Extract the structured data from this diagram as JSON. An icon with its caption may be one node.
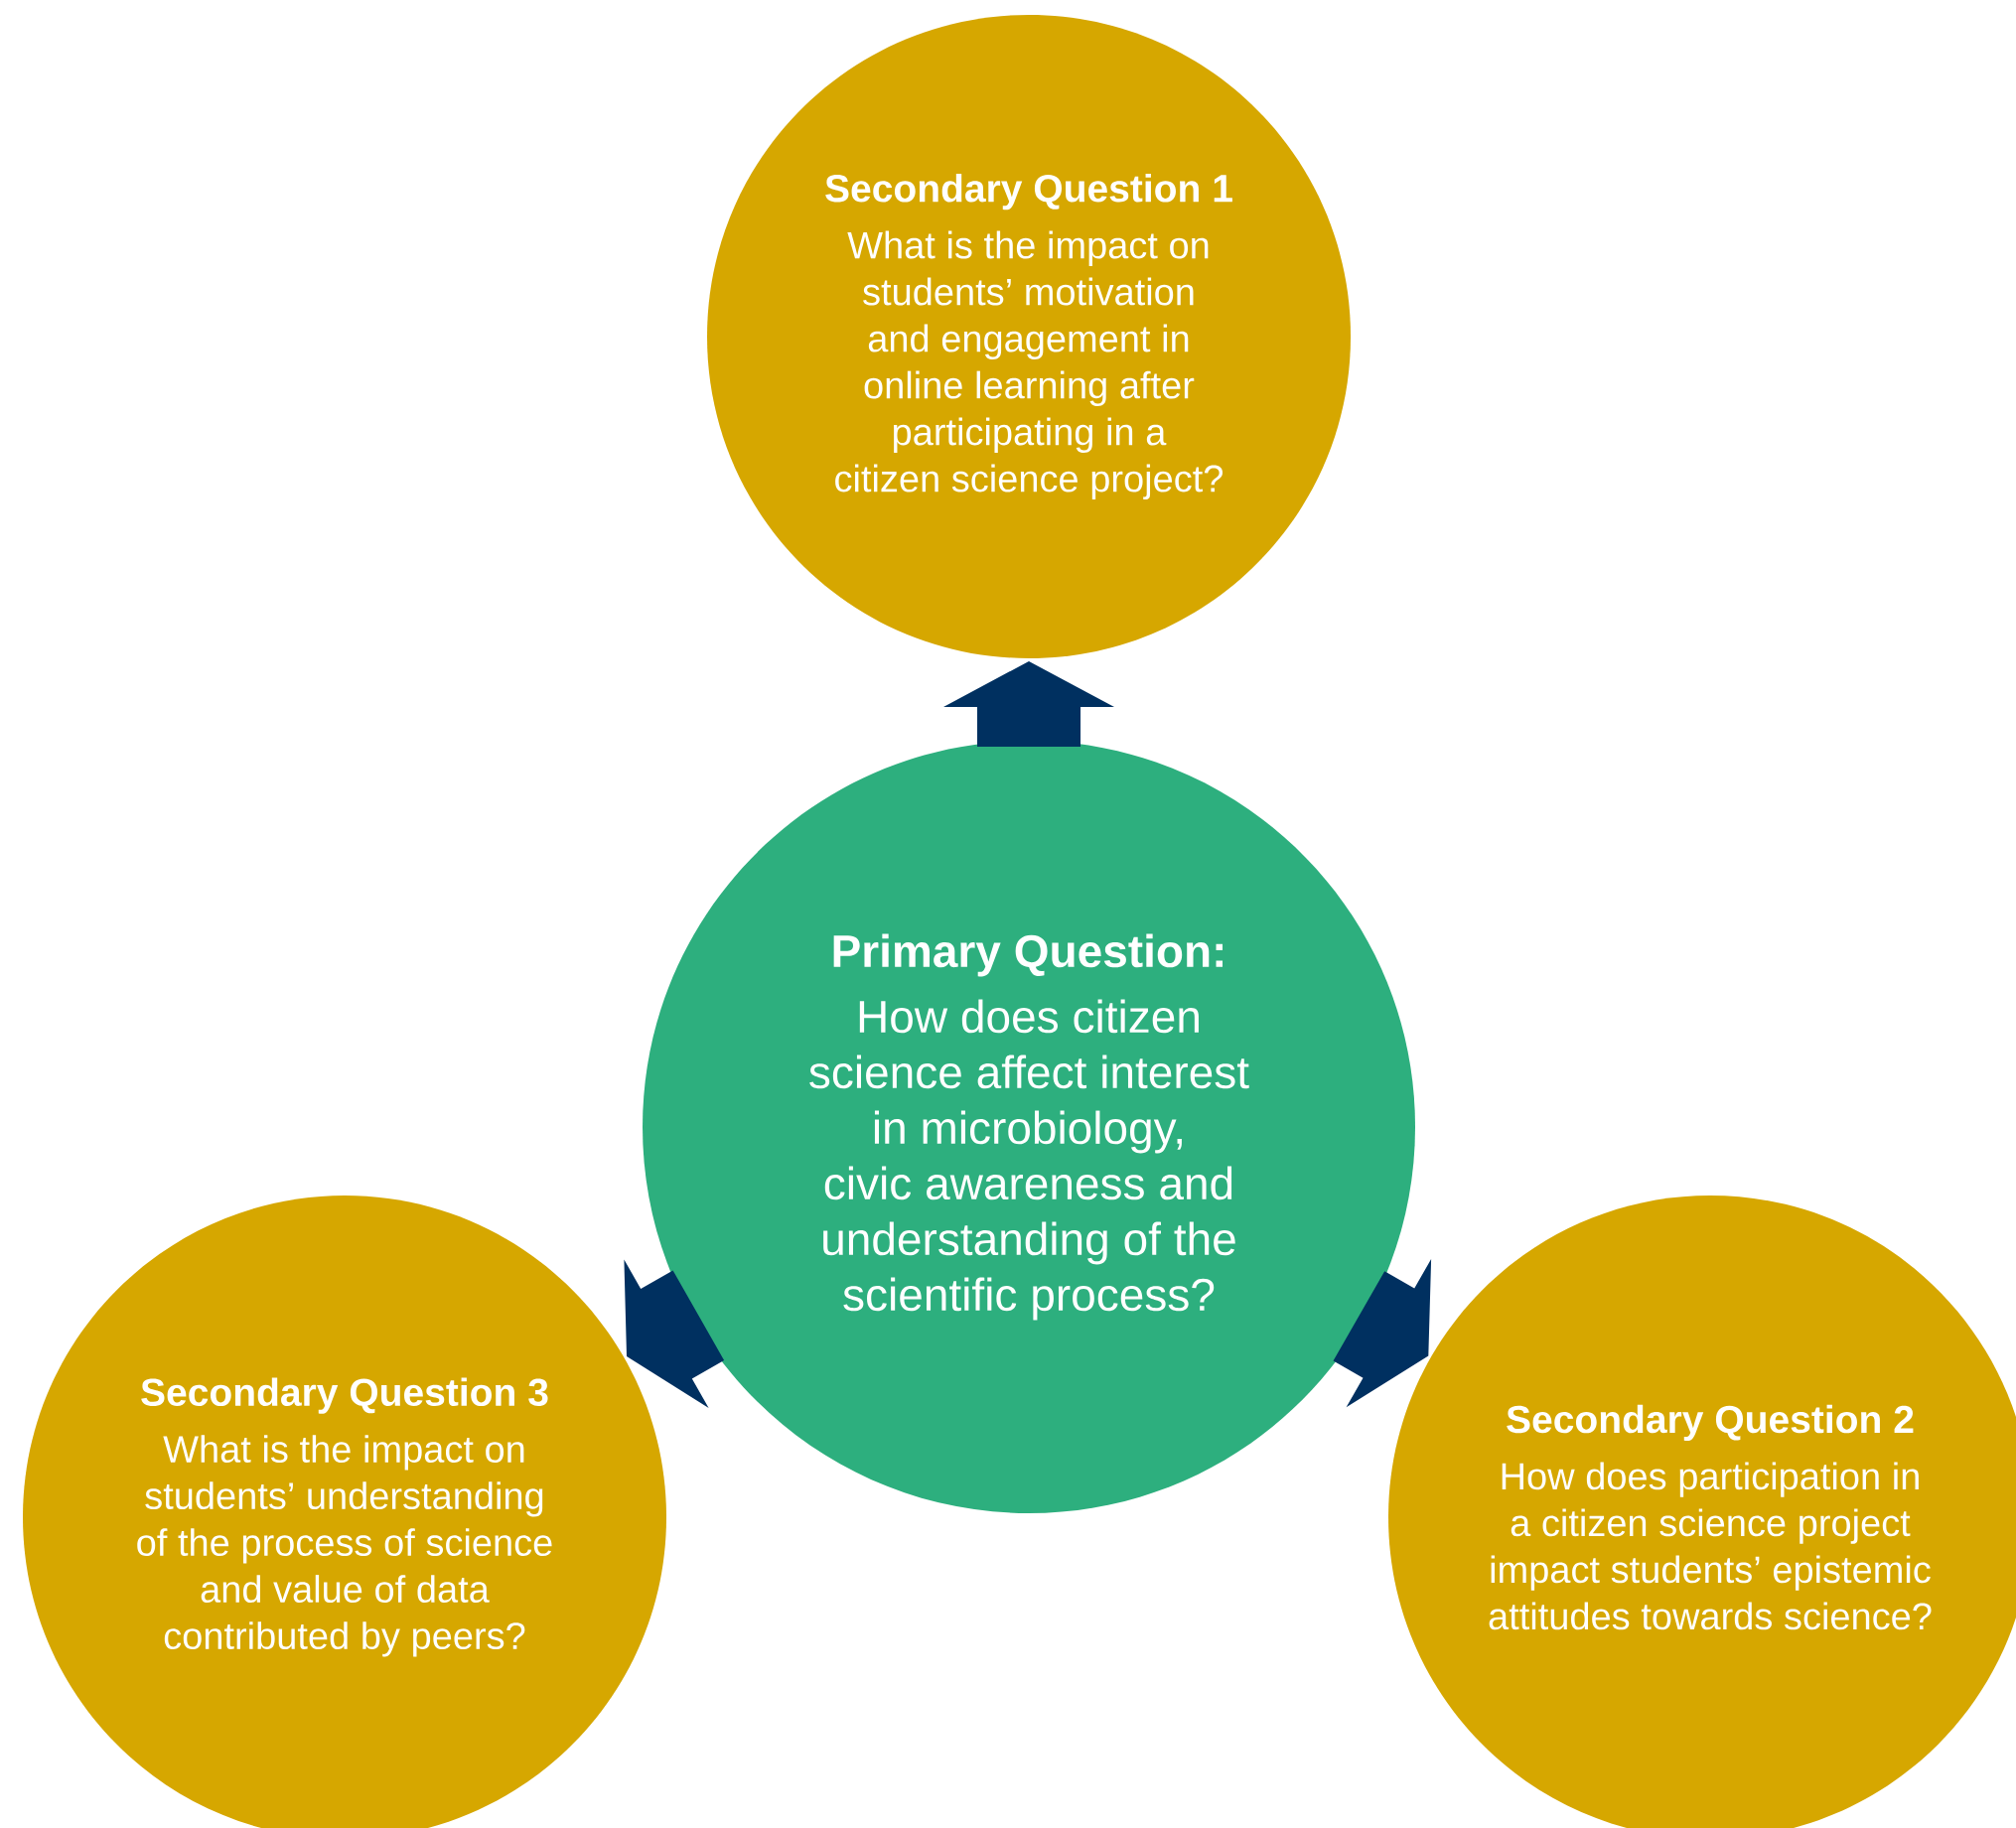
{
  "diagram": {
    "nodes": [
      {
        "text": [
          "Secondary Question 1",
          "What is the impact on students’ motivation and engagement in online learning after participating in a citizen science project?"
        ]
      },
      {
        "text": [
          "Primary Question:",
          "How does citizen science affect interest in microbiology, civic awareness and understanding of the scientific process?"
        ]
      },
      {
        "text": [
          "Secondary Question 3",
          "What is the impact on students’ understanding of the process of science and value of data contributed by peers?"
        ]
      },
      {
        "text": [
          "Secondary Question 2",
          "How does participation in a citizen science project impact students’ epistemic attitudes towards science?"
        ]
      }
    ],
    "edges": [
      {
        "from": 1,
        "to": 0,
        "arrow": "to"
      },
      {
        "from": 1,
        "to": 2,
        "arrow": "to"
      },
      {
        "from": 1,
        "to": 3,
        "arrow": "to"
      }
    ]
  }
}
